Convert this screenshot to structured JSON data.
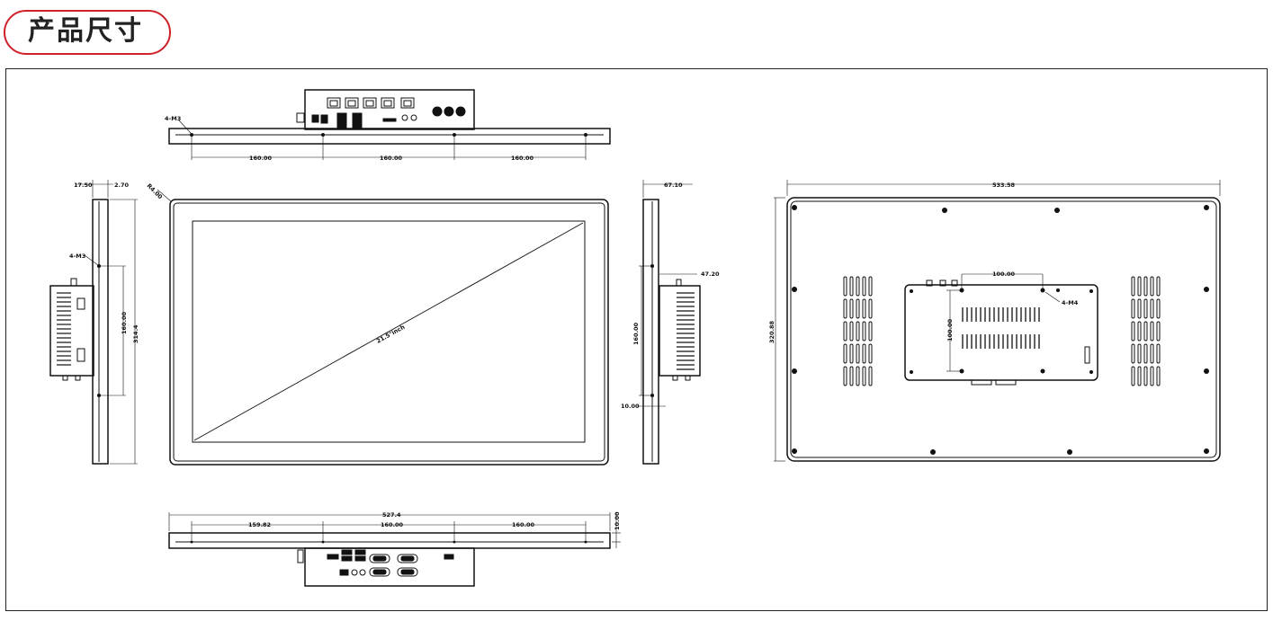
{
  "title": "产品尺寸",
  "dimensions": {
    "top_hole": "4-M3",
    "top_spacing": [
      "160.00",
      "160.00",
      "160.00"
    ],
    "side_depth": "17.50",
    "side_gap": "2.70",
    "side_hole": "4-M3",
    "side_hole_spacing": "160.00",
    "side_height": "314.4",
    "corner_radius": "R4.00",
    "screen_size": "21.5\"inch",
    "right_depth": "67.10",
    "right_box": "47.20",
    "right_spacing": "160.00",
    "right_offset": "10.00",
    "back_width": "533.58",
    "back_height": "320.88",
    "vesa_w": "100.00",
    "vesa_h": "100.00",
    "vesa_hole": "4-M4",
    "bottom_width": "527.4",
    "bottom_spacing": [
      "159.82",
      "160.00",
      "160.00"
    ],
    "bottom_offset": "10.00"
  }
}
